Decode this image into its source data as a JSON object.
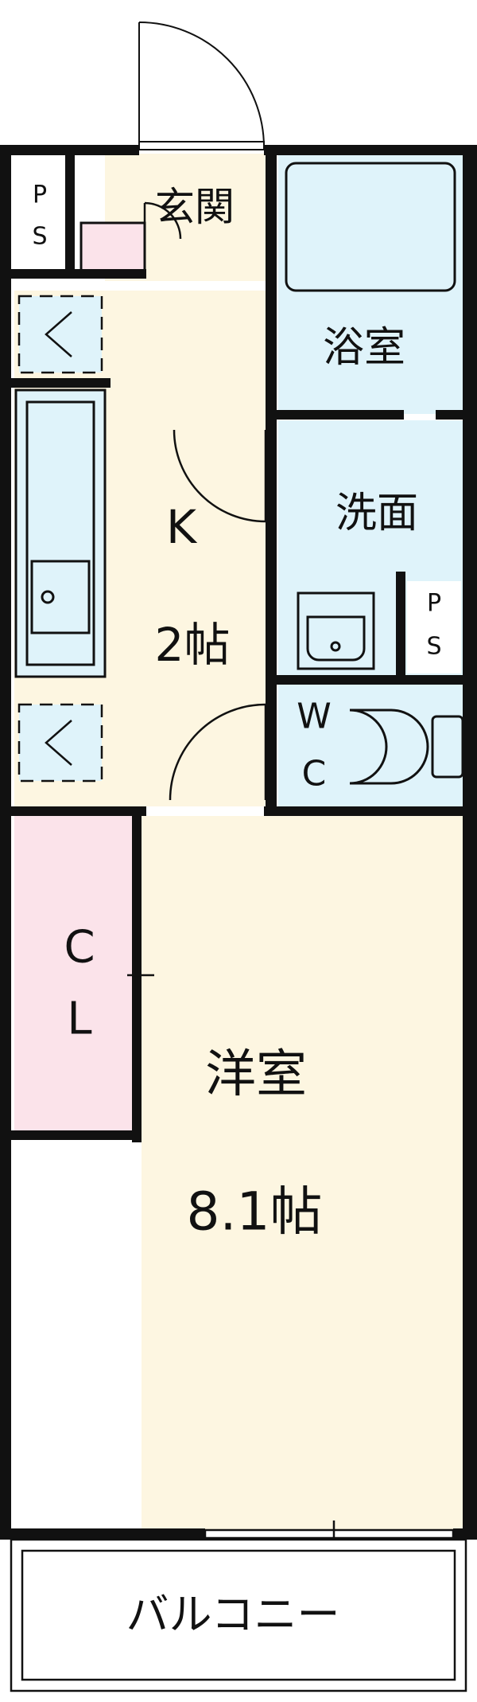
{
  "colors": {
    "wall": "#111111",
    "room_floor": "#fdf6e1",
    "wet_area": "#dff3fa",
    "closet": "#fbe3ea",
    "outdoor": "#ffffff"
  },
  "rooms": {
    "entrance": {
      "label": "玄関"
    },
    "bath": {
      "label": "浴室"
    },
    "kitchen": {
      "letter": "K",
      "size": "2帖"
    },
    "washroom": {
      "label": "洗面"
    },
    "toilet": {
      "line1": "W",
      "line2": "C"
    },
    "closet": {
      "line1": "C",
      "line2": "L"
    },
    "western_room": {
      "label": "洋室",
      "size": "8.1帖"
    },
    "balcony": {
      "label": "バルコニー"
    }
  },
  "shafts": {
    "line1": "P",
    "line2": "S"
  },
  "icons": [
    "door-swing-icon",
    "bathtub-icon",
    "sink-icon",
    "toilet-icon",
    "air-vent-icon",
    "kitchen-counter-icon"
  ]
}
